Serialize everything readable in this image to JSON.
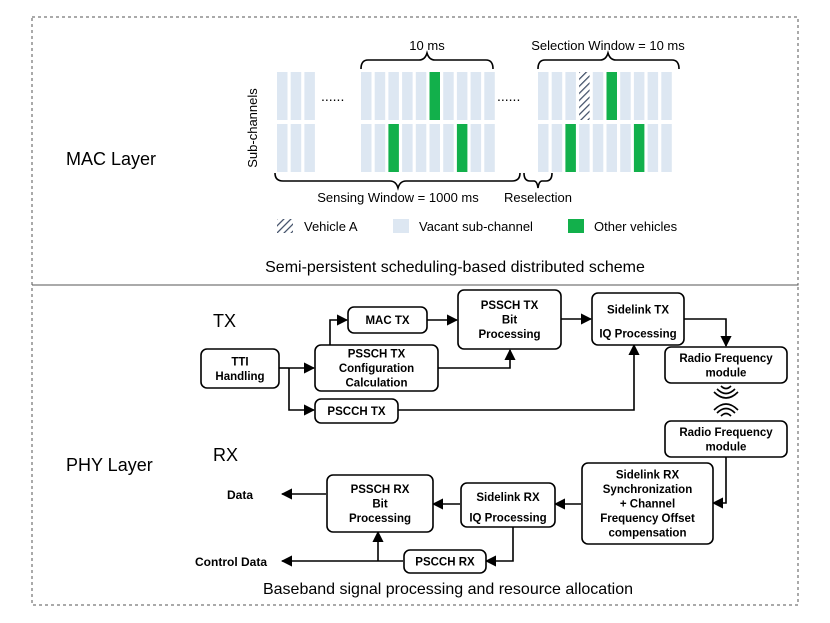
{
  "mac": {
    "layer_label": "MAC Layer",
    "axis_label": "Sub-channels",
    "top_span_label": "10 ms",
    "selection_window": "Selection Window = 10 ms",
    "sensing_window": "Sensing Window = 1000 ms",
    "reselection": "Reselection",
    "ellipsis": "......",
    "caption": "Semi-persistent scheduling-based distributed scheme",
    "legend": {
      "vehicle_a": "Vehicle A",
      "vacant": "Vacant sub-channel",
      "other": "Other vehicles"
    },
    "colors": {
      "vacant": "#dde7f2",
      "other": "#12b04b",
      "hatch": "#3b4a63"
    },
    "grid": {
      "groups": [
        {
          "cols": 3,
          "top_green": [],
          "bottom_green": []
        },
        {
          "cols": 10,
          "top_green": [
            5
          ],
          "bottom_green": [
            2,
            7
          ]
        },
        {
          "cols": 10,
          "top_green": [
            5
          ],
          "bottom_green": [
            2,
            7
          ],
          "top_hatch": [
            3
          ]
        }
      ]
    }
  },
  "phy": {
    "layer_label": "PHY Layer",
    "tx_label": "TX",
    "rx_label": "RX",
    "caption": "Baseband signal processing and resource allocation",
    "blocks": {
      "tti": [
        "TTI",
        "Handling"
      ],
      "mac_tx": [
        "MAC TX"
      ],
      "pssch_cfg": [
        "PSSCH TX",
        "Configuration",
        "Calculation"
      ],
      "pscch_tx": [
        "PSCCH TX"
      ],
      "pssch_tx_bit": [
        "PSSCH TX",
        "Bit",
        "Processing"
      ],
      "sidelink_tx": [
        "Sidelink TX",
        "IQ Processing"
      ],
      "rf_tx": [
        "Radio Frequency",
        "module"
      ],
      "rf_rx": [
        "Radio Frequency",
        "module"
      ],
      "sidelink_rx_sync": [
        "Sidelink RX",
        "Synchronization",
        "+ Channel",
        "Frequency Offset",
        "compensation"
      ],
      "sidelink_rx_iq": [
        "Sidelink RX",
        "IQ Processing"
      ],
      "pssch_rx_bit": [
        "PSSCH RX",
        "Bit",
        "Processing"
      ],
      "pscch_rx": [
        "PSCCH RX"
      ]
    },
    "outputs": {
      "data": "Data",
      "control": "Control Data"
    }
  }
}
